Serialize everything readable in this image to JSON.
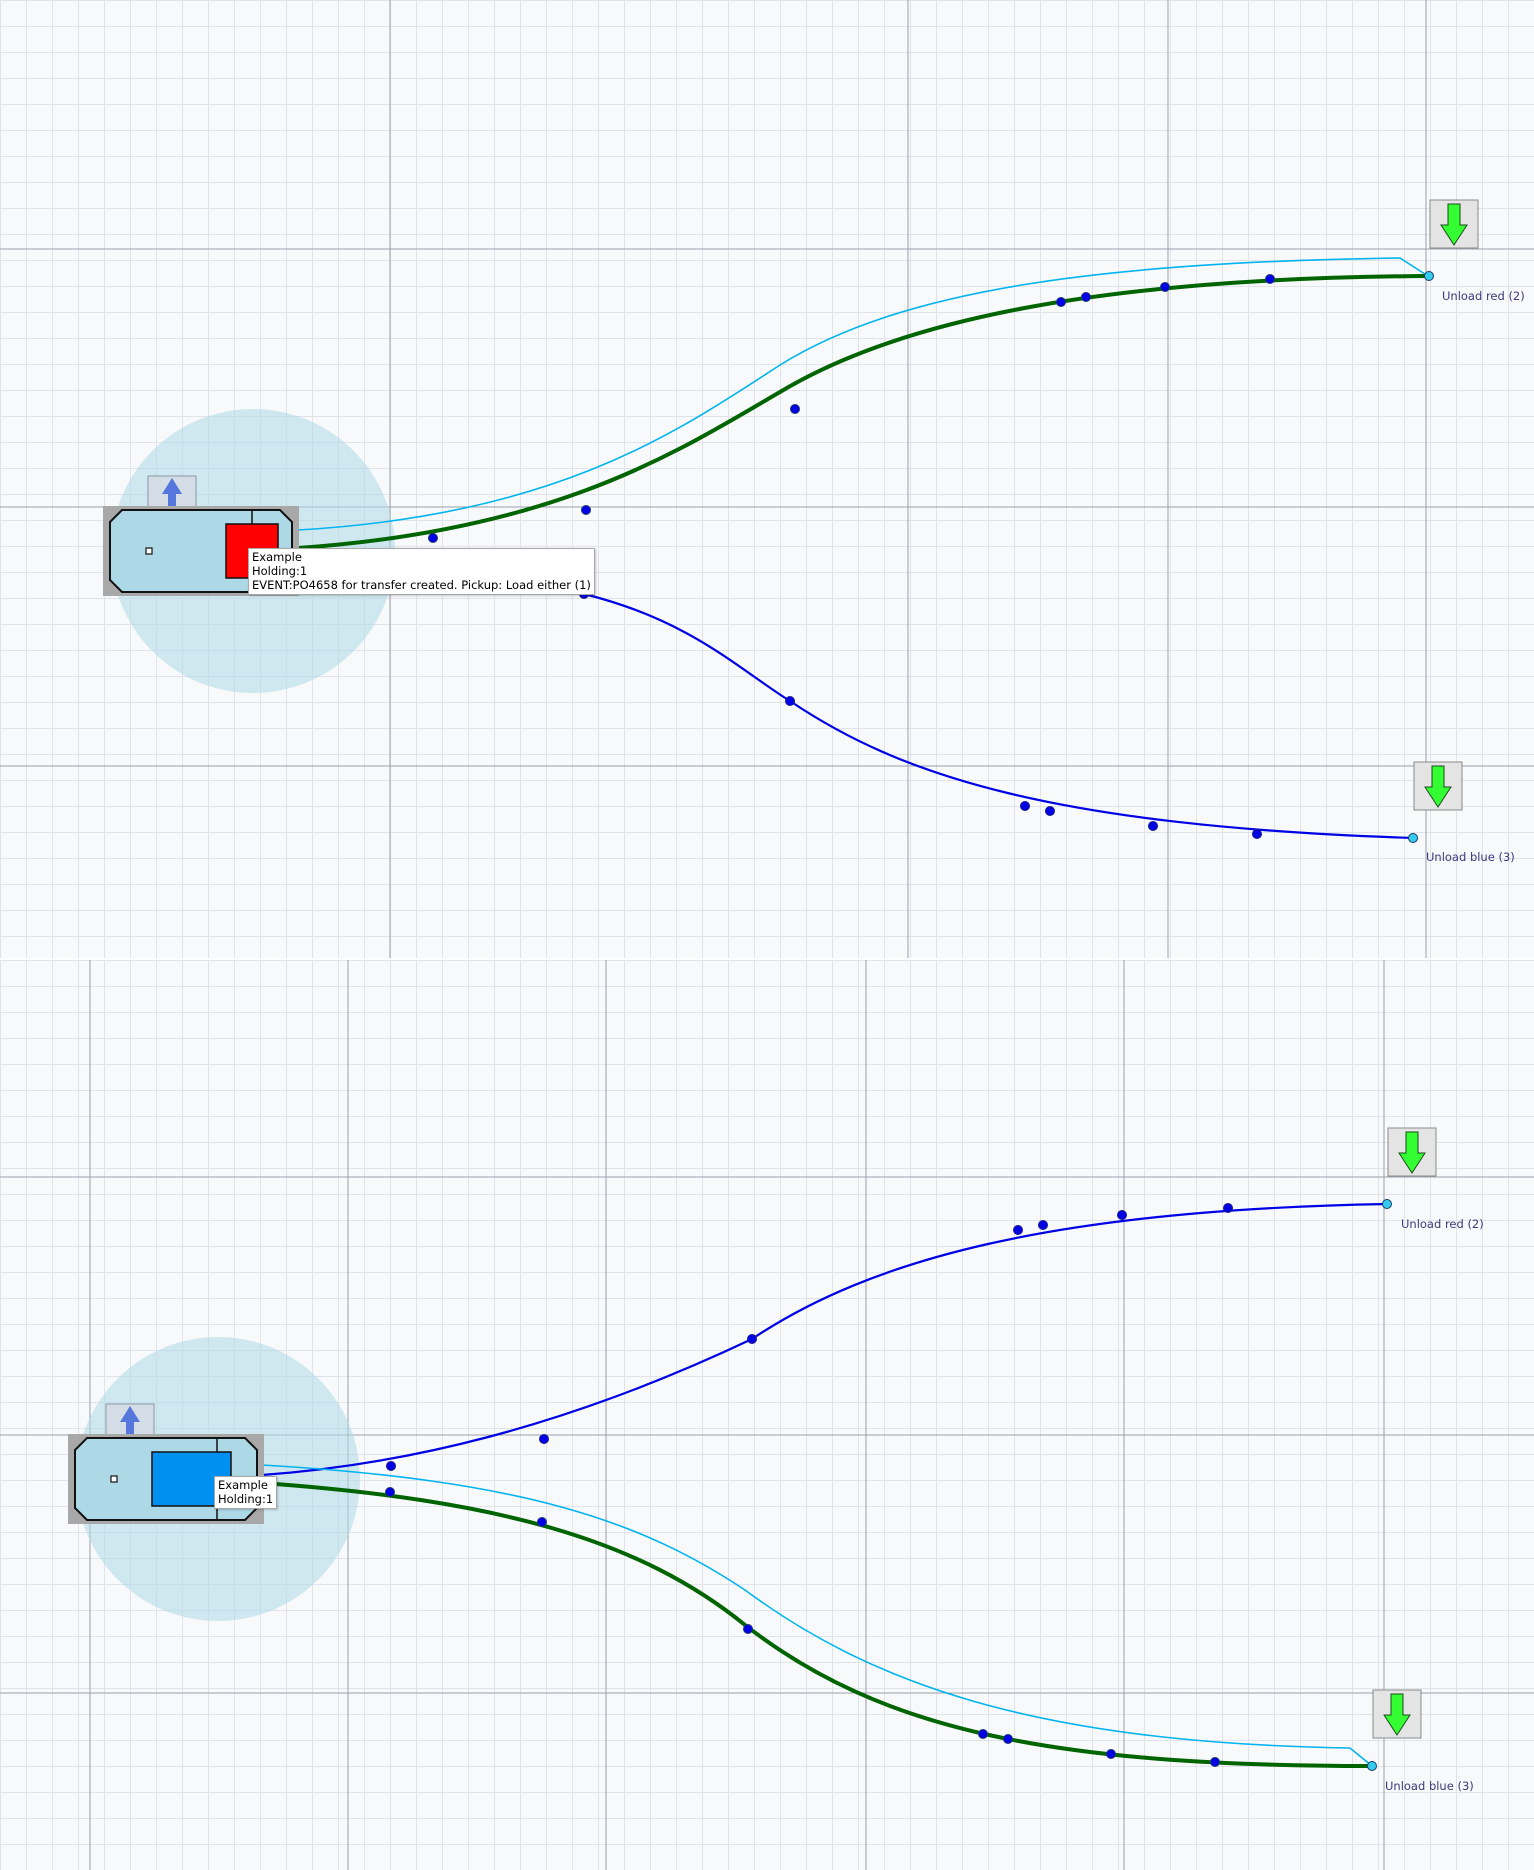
{
  "top_scene": {
    "tooltip": {
      "line1": "Example",
      "line2": "Holding:1",
      "line3": "EVENT:PO4658 for transfer created. Pickup: Load either (1)"
    },
    "unload_red_label": "Unload red (2)",
    "unload_blue_label": "Unload blue (3)",
    "cargo_color": "#ff0000",
    "active_route": "unload-red"
  },
  "bottom_scene": {
    "tooltip": {
      "line1": "Example",
      "line2": "Holding:1"
    },
    "unload_red_label": "Unload red (2)",
    "unload_blue_label": "Unload blue (3)",
    "cargo_color": "#0090f0",
    "active_route": "unload-blue"
  },
  "icons": {
    "unload_marker": "down-arrow-icon",
    "heading_marker": "up-arrow-icon"
  },
  "colors": {
    "vehicle_body": "#add8e6",
    "range_circle": "#add8e6",
    "active_path": "#006400",
    "inactive_path": "#0000e6",
    "preview_path": "#00b4f0",
    "unload_arrow": "#33ff33",
    "waypoint": "#0000e6",
    "endpoint": "#33ccee"
  }
}
